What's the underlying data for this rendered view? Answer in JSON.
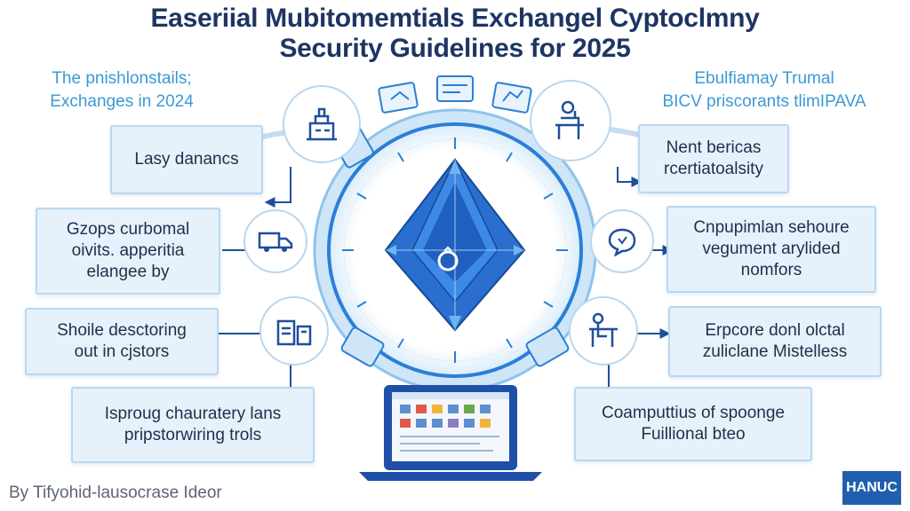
{
  "title": {
    "line1": "Easeriial Mubitomemtials Exchangel Cyptoclmny",
    "line2": "Security Guidelines for 2025"
  },
  "left_heading": {
    "line1": "The pnishlonstails;",
    "line2": "Exchanges in 2024"
  },
  "right_heading": {
    "line1": "Ebulfiamay Trumal",
    "line2": "BICV priscorants tlimIPAVA"
  },
  "cards_left": [
    {
      "line1": "Lasy danancs",
      "line2": "",
      "line3": ""
    },
    {
      "line1": "Gzops curbomal",
      "line2": "oivits. apperitia",
      "line3": "elangee by"
    },
    {
      "line1": "Shoile desctoring",
      "line2": "out in cjstors",
      "line3": ""
    },
    {
      "line1": "Isproug chauratery lans",
      "line2": "pripstorwiring trols",
      "line3": ""
    }
  ],
  "cards_right": [
    {
      "line1": "Nent bericas",
      "line2": "rcertiatoalsity",
      "line3": ""
    },
    {
      "line1": "Cnpupimlan sehoure",
      "line2": "vegument arylided",
      "line3": "nomfors"
    },
    {
      "line1": "Erpcore donl olctal",
      "line2": "zuliclane Mistelless",
      "line3": ""
    },
    {
      "line1": "Coamputtius of spoonge",
      "line2": "Fuillional bteo",
      "line3": ""
    }
  ],
  "icons": {
    "top_left": "building-icon",
    "top_center_1": "document-icon",
    "top_center_2": "chart-icon",
    "top_center_3": "document-icon",
    "top_right": "person-desk-icon",
    "mid_left": "truck-icon",
    "mid_right": "chat-icon",
    "low_left": "server-icon",
    "low_right": "person-desk-icon",
    "center": "diamond-shield-icon",
    "laptop": "laptop-icon"
  },
  "colors": {
    "accent": "#2a7fd6",
    "card_bg": "#e6f1fb",
    "title": "#1d3564",
    "subhead": "#3b9ad4",
    "logo_bg": "#1f5fae"
  },
  "footer": "By Tifyohid-lausocrase Ideor",
  "logo": "HANUC"
}
